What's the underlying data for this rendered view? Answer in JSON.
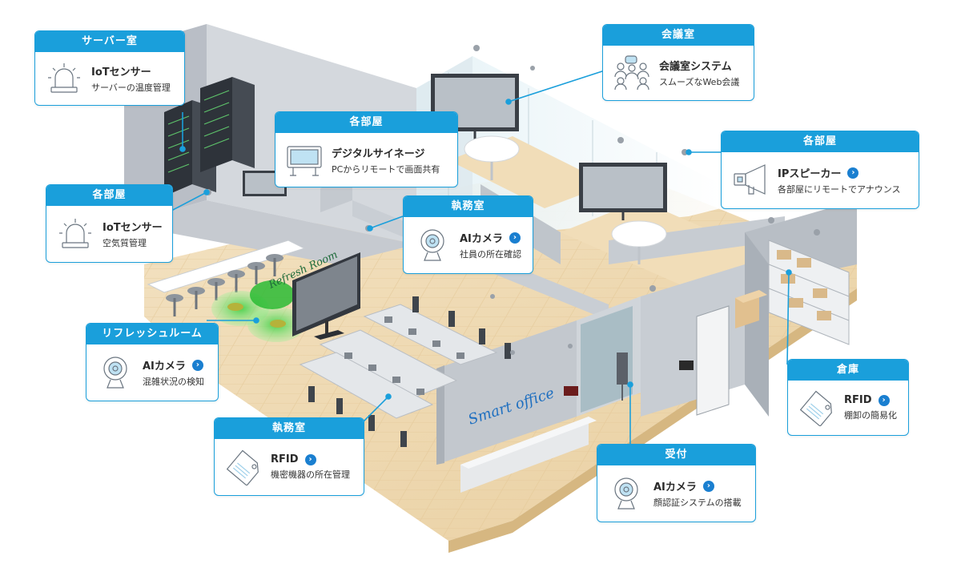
{
  "colors": {
    "accent": "#1a9fdb",
    "line": "#1a9fdb",
    "floor": "#efd9b2",
    "wall": "#cfd3d8",
    "glass": "#cfe6ee",
    "green_zone": "#6fe06a"
  },
  "wall_texts": {
    "refresh_room": "Refresh Room",
    "smart_office": "Smart office"
  },
  "callouts": {
    "server_room": {
      "header": "サーバー室",
      "title": "IoTセンサー",
      "subtitle": "サーバーの温度管理",
      "icon": "sensor-alarm-icon",
      "has_chevron": false
    },
    "meeting_room": {
      "header": "会議室",
      "title": "会議室システム",
      "subtitle": "スムーズなWeb会議",
      "icon": "meeting-people-icon",
      "has_chevron": false
    },
    "signage": {
      "header": "各部屋",
      "title": "デジタルサイネージ",
      "subtitle": "PCからリモートで画面共有",
      "icon": "monitor-icon",
      "has_chevron": false
    },
    "speaker": {
      "header": "各部屋",
      "title": "IPスピーカー",
      "subtitle": "各部屋にリモートでアナウンス",
      "icon": "speaker-icon",
      "has_chevron": true
    },
    "air_quality": {
      "header": "各部屋",
      "title": "IoTセンサー",
      "subtitle": "空気質管理",
      "icon": "sensor-alarm-icon",
      "has_chevron": false
    },
    "office_camera": {
      "header": "執務室",
      "title": "AIカメラ",
      "subtitle": "社員の所在確認",
      "icon": "webcam-icon",
      "has_chevron": true
    },
    "refresh_camera": {
      "header": "リフレッシュルーム",
      "title": "AIカメラ",
      "subtitle": "混雑状況の検知",
      "icon": "webcam-icon",
      "has_chevron": true
    },
    "warehouse": {
      "header": "倉庫",
      "title": "RFID",
      "subtitle": "棚卸の簡易化",
      "icon": "rfid-tag-icon",
      "has_chevron": true
    },
    "office_rfid": {
      "header": "執務室",
      "title": "RFID",
      "subtitle": "機密機器の所在管理",
      "icon": "rfid-tag-icon",
      "has_chevron": true
    },
    "reception": {
      "header": "受付",
      "title": "AIカメラ",
      "subtitle": "顔認証システムの搭載",
      "icon": "webcam-icon",
      "has_chevron": true
    }
  }
}
